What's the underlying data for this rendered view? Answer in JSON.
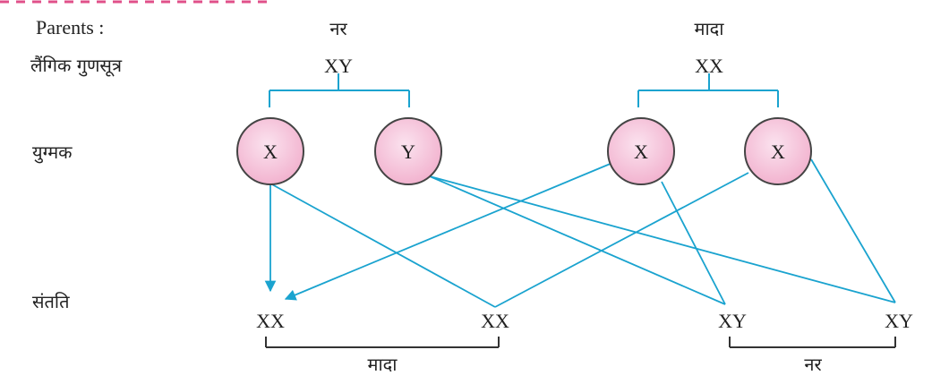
{
  "row_labels": {
    "parents": "Parents :",
    "sex_chromosomes": "लैंगिक गुणसूत्र",
    "gametes": "युग्मक",
    "offspring": "संतति"
  },
  "parents": [
    {
      "sex": "नर",
      "chromosomes": "XY",
      "gametes": [
        "X",
        "Y"
      ]
    },
    {
      "sex": "मादा",
      "chromosomes": "XX",
      "gametes": [
        "X",
        "X"
      ]
    }
  ],
  "offspring": [
    "XX",
    "XX",
    "XY",
    "XY"
  ],
  "offspring_groups": [
    {
      "label": "मादा"
    },
    {
      "label": "नर"
    }
  ],
  "colors": {
    "line": "#1aa3cf",
    "gamete_fill_center": "#fbe3ef",
    "gamete_fill_edge": "#f2b3cf",
    "gamete_stroke": "#444444",
    "bracket": "#333333",
    "text": "#222222",
    "top_dash": "#e0508a"
  }
}
